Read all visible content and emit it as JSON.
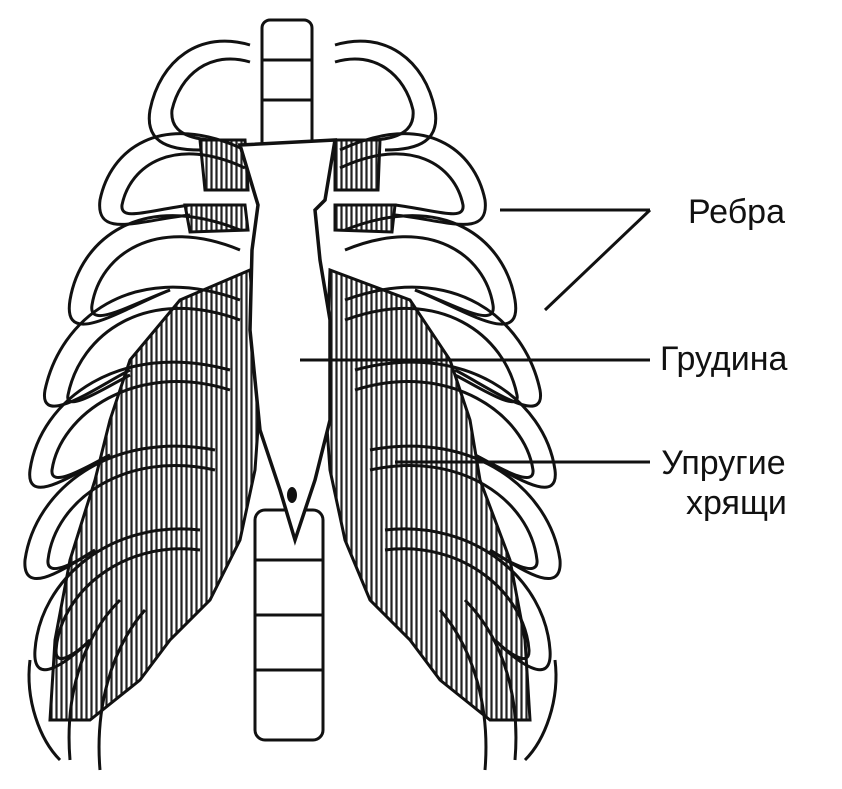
{
  "labels": {
    "ribs": "Ребра",
    "sternum": "Грудина",
    "cartilage_line1": "Упругие",
    "cartilage_line2": "хрящи"
  },
  "colors": {
    "ink": "#111111",
    "background": "#ffffff",
    "bone": "#ffffff",
    "cartilage_hatch": "#222222"
  }
}
